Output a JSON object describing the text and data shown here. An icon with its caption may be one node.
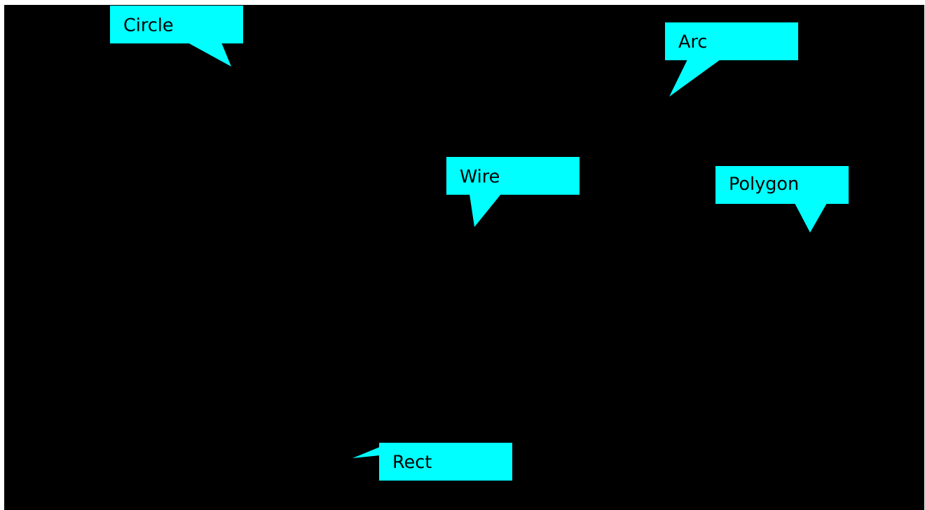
{
  "diagram": {
    "nodes": [
      {
        "text": [
          "Circle"
        ]
      },
      {
        "text": [
          "Arc"
        ]
      },
      {
        "text": [
          "Wire"
        ]
      },
      {
        "text": [
          "Polygon"
        ]
      },
      {
        "text": [
          "Rect"
        ]
      }
    ]
  }
}
